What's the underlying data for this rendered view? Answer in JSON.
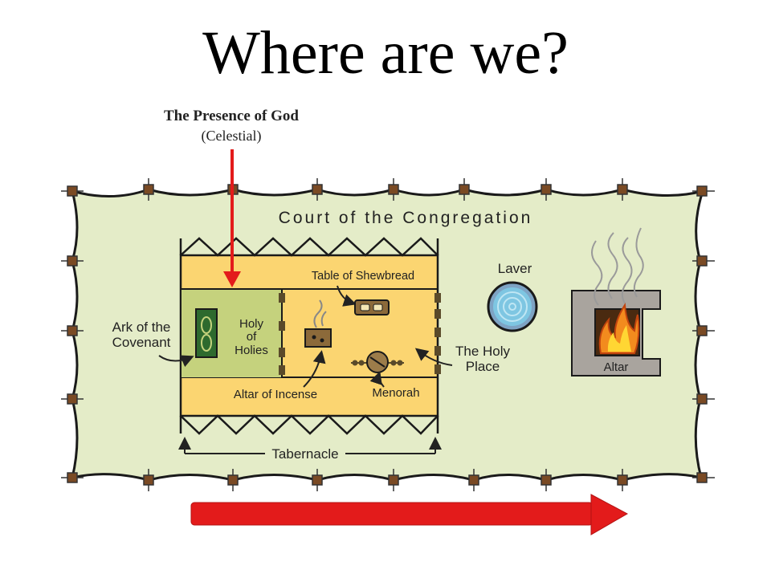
{
  "title": "Where are we?",
  "presence": {
    "label": "The Presence of God",
    "sublabel": "(Celestial)"
  },
  "labels": {
    "court": "Court of the Congregation",
    "ark": [
      "Ark of the",
      "Covenant"
    ],
    "holy_of_holies": [
      "Holy",
      "of",
      "Holies"
    ],
    "table": "Table of Shewbread",
    "holy_place": [
      "The Holy",
      "Place"
    ],
    "altar_incense": "Altar of Incense",
    "menorah": "Menorah",
    "tabernacle": "Tabernacle",
    "laver": "Laver",
    "altar": "Altar"
  },
  "colors": {
    "court_fill": "#e4ecc8",
    "tabernacle_fill": "#fbd571",
    "holies_fill": "#c5d27d",
    "arrow_red": "#e31b1b",
    "post_brown": "#7a4a24",
    "laver_blue": "#7ec6e2",
    "altar_gray": "#a9a49e"
  },
  "icons": [
    "ark-icon",
    "incense-altar-icon",
    "shewbread-table-icon",
    "menorah-icon",
    "laver-icon",
    "fire-icon"
  ]
}
